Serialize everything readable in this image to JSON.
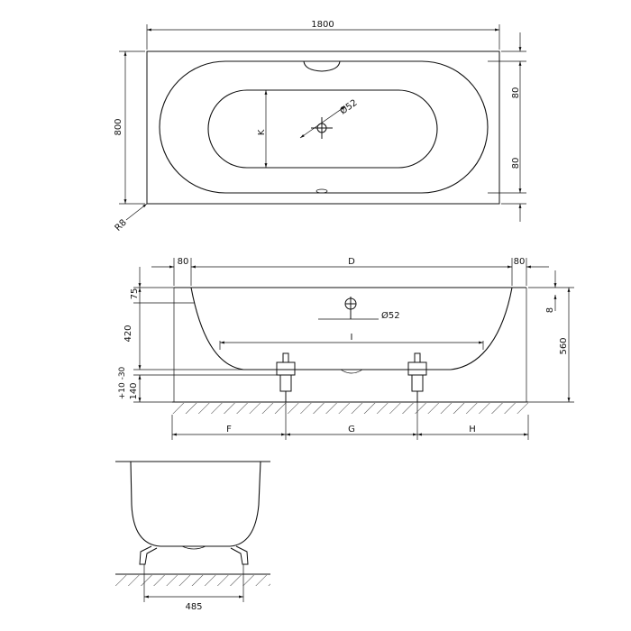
{
  "top_view": {
    "length": "1800",
    "width": "800",
    "corner_radius": "R8",
    "rim_top": "80",
    "rim_bottom": "80",
    "basin_width": "K",
    "drain_diameter": "Ø52"
  },
  "side_view": {
    "rim_left": "80",
    "inner_length": "D",
    "rim_right": "80",
    "rim_depth": "75",
    "depth": "420",
    "leg_adjust": "+10 -30",
    "leg_height": "140",
    "rim_thickness": "8",
    "total_height": "560",
    "overflow_diameter": "Ø52",
    "leg_spacing": "I",
    "floor_left": "F",
    "floor_mid": "G",
    "floor_right": "H"
  },
  "end_view": {
    "base_width": "485"
  }
}
